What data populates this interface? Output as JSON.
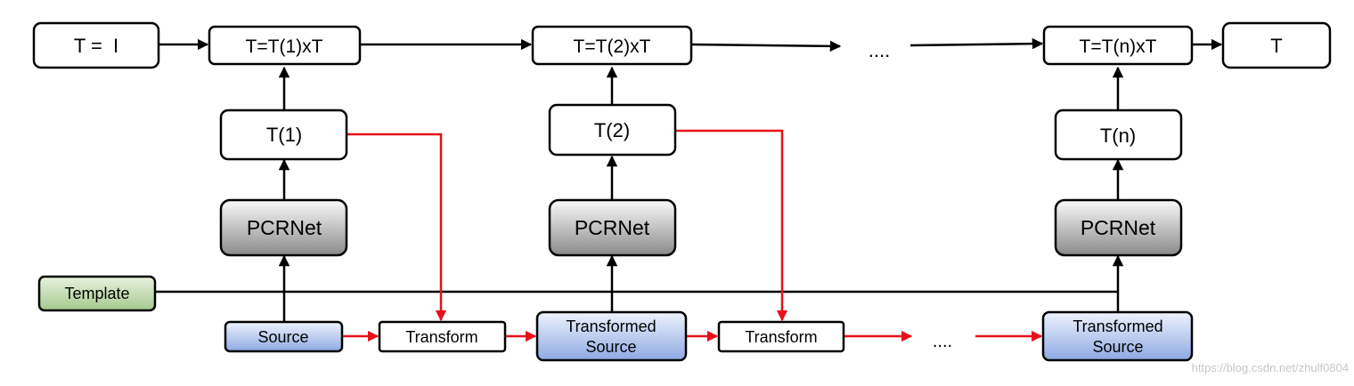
{
  "top_row": {
    "init": "T =  I",
    "update_1": "T=T(1)xT",
    "update_2": "T=T(2)xT",
    "ellipsis": "....",
    "update_n": "T=T(n)xT",
    "output": "T"
  },
  "transforms": {
    "t1": "T(1)",
    "t2": "T(2)",
    "tn": "T(n)"
  },
  "networks": {
    "net_1": "PCRNet",
    "net_2": "PCRNet",
    "net_n": "PCRNet"
  },
  "bottom_row": {
    "template": "Template",
    "source": "Source",
    "transform_1": "Transform",
    "transformed_source_1": [
      "Transformed",
      "Source"
    ],
    "transform_2": "Transform",
    "ellipsis": "....",
    "transformed_source_n": [
      "Transformed",
      "Source"
    ]
  },
  "watermark": "https://blog.csdn.net/zhulf0804",
  "colors": {
    "stroke": "#000000",
    "red_arrow": "#e8101a",
    "net_fill_top": "#fafafa",
    "net_fill_bottom": "#8a8a8a",
    "source_fill_top": "#eef3fc",
    "source_fill_bottom": "#8ea9e3",
    "template_fill_top": "#e8f2df",
    "template_fill_bottom": "#a4c98d"
  }
}
